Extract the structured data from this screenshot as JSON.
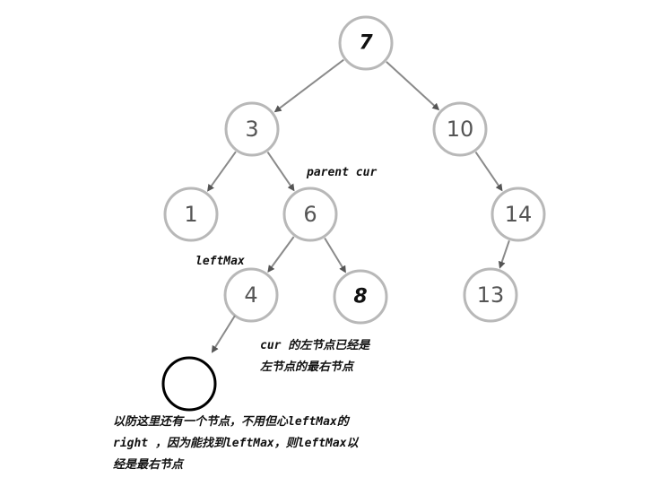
{
  "nodes": [
    {
      "id": "n7",
      "label": "7",
      "emph": true
    },
    {
      "id": "n3",
      "label": "3",
      "emph": false
    },
    {
      "id": "n10",
      "label": "10",
      "emph": false
    },
    {
      "id": "n1",
      "label": "1",
      "emph": false
    },
    {
      "id": "n6",
      "label": "6",
      "emph": false
    },
    {
      "id": "n14",
      "label": "14",
      "emph": false
    },
    {
      "id": "n4",
      "label": "4",
      "emph": false
    },
    {
      "id": "n8",
      "label": "8",
      "emph": true
    },
    {
      "id": "n13",
      "label": "13",
      "emph": false
    }
  ],
  "edges": [
    [
      "n7",
      "n3"
    ],
    [
      "n7",
      "n10"
    ],
    [
      "n3",
      "n1"
    ],
    [
      "n3",
      "n6"
    ],
    [
      "n10",
      "n14"
    ],
    [
      "n6",
      "n4"
    ],
    [
      "n6",
      "n8"
    ],
    [
      "n14",
      "n13"
    ]
  ],
  "labels": {
    "parent_cur": "parent  cur",
    "left_max": "leftMax",
    "cur_note": [
      "cur 的左节点已经是",
      "左节点的最右节点"
    ],
    "bottom_note": [
      "以防这里还有一个节点，不用但心leftMax的",
      "right ，因为能找到leftMax，则leftMax以",
      "经是最右节点"
    ]
  }
}
